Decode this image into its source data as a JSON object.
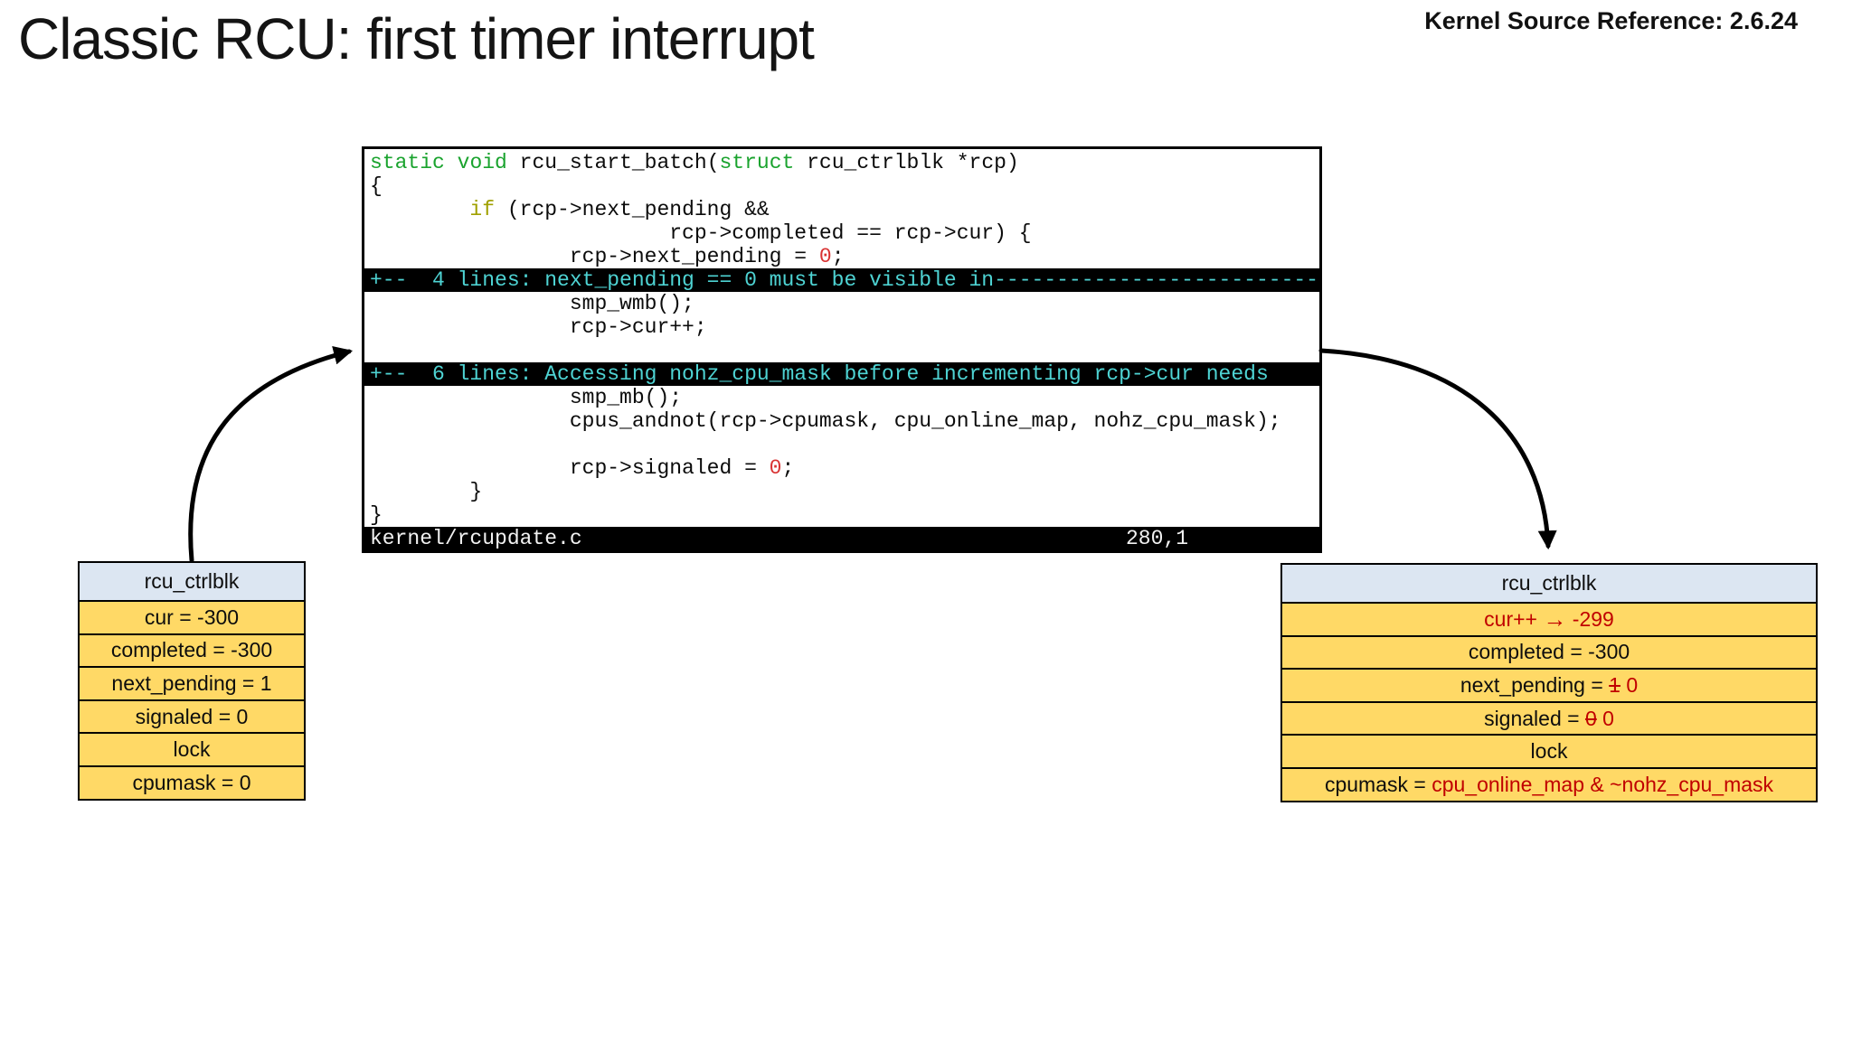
{
  "title": "Classic RCU: first timer interrupt",
  "reference": "Kernel Source Reference: 2.6.24",
  "colors": {
    "keyword_green": "#1aa32e",
    "statement_yellow": "#a0a000",
    "constant_red": "#d93333",
    "fold_cyan": "#4ed3d3",
    "table_yellow": "#ffd966",
    "table_header_blue": "#dce6f2",
    "highlight_red": "#c00000"
  },
  "code_window": {
    "status": {
      "file": "kernel/rcupdate.c",
      "ruler": "280,1"
    },
    "lines": [
      {
        "type": "code",
        "segments": [
          {
            "t": "static",
            "c": "kw"
          },
          {
            "t": " "
          },
          {
            "t": "void",
            "c": "kw"
          },
          {
            "t": " rcu_start_batch("
          },
          {
            "t": "struct",
            "c": "kw"
          },
          {
            "t": " rcu_ctrlblk *rcp)"
          }
        ]
      },
      {
        "type": "code",
        "segments": [
          {
            "t": "{"
          }
        ]
      },
      {
        "type": "code",
        "segments": [
          {
            "t": "        "
          },
          {
            "t": "if",
            "c": "st"
          },
          {
            "t": " (rcp->next_pending &&"
          }
        ]
      },
      {
        "type": "code",
        "segments": [
          {
            "t": "                        rcp->completed == rcp->cur) {"
          }
        ]
      },
      {
        "type": "code",
        "segments": [
          {
            "t": "                rcp->next_pending = "
          },
          {
            "t": "0",
            "c": "num"
          },
          {
            "t": ";"
          }
        ]
      },
      {
        "type": "fold",
        "segments": [
          {
            "t": "+--  4 lines: next_pending == 0 must be visible in--------------------------"
          }
        ]
      },
      {
        "type": "code",
        "segments": [
          {
            "t": "                smp_wmb();"
          }
        ]
      },
      {
        "type": "code",
        "segments": [
          {
            "t": "                rcp->cur++;"
          }
        ]
      },
      {
        "type": "blank",
        "segments": []
      },
      {
        "type": "fold",
        "segments": [
          {
            "t": "+--  6 lines: Accessing nohz_cpu_mask before incrementing rcp->cur needs"
          }
        ]
      },
      {
        "type": "code",
        "segments": [
          {
            "t": "                smp_mb();"
          }
        ]
      },
      {
        "type": "code",
        "segments": [
          {
            "t": "                cpus_andnot(rcp->cpumask, cpu_online_map, nohz_cpu_mask);"
          }
        ]
      },
      {
        "type": "blank",
        "segments": []
      },
      {
        "type": "code",
        "segments": [
          {
            "t": "                rcp->signaled = "
          },
          {
            "t": "0",
            "c": "num"
          },
          {
            "t": ";"
          }
        ]
      },
      {
        "type": "code",
        "segments": [
          {
            "t": "        }"
          }
        ]
      },
      {
        "type": "code",
        "segments": [
          {
            "t": "}"
          }
        ]
      }
    ]
  },
  "left_table": {
    "header": "rcu_ctrlblk",
    "rows": [
      [
        {
          "t": "cur = -300"
        }
      ],
      [
        {
          "t": "completed = -300"
        }
      ],
      [
        {
          "t": "next_pending = 1"
        }
      ],
      [
        {
          "t": "signaled = 0"
        }
      ],
      [
        {
          "t": "lock"
        }
      ],
      [
        {
          "t": "cpumask = 0"
        }
      ]
    ]
  },
  "right_table": {
    "header": "rcu_ctrlblk",
    "rows": [
      [
        {
          "t": "cur++ ",
          "c": "red"
        },
        {
          "t": "→",
          "c": "red arrow"
        },
        {
          "t": " -299",
          "c": "red"
        }
      ],
      [
        {
          "t": "completed = -300"
        }
      ],
      [
        {
          "t": "next_pending = "
        },
        {
          "t": "1",
          "c": "red strike"
        },
        {
          "t": " 0",
          "c": "red"
        }
      ],
      [
        {
          "t": "signaled = "
        },
        {
          "t": "0",
          "c": "red strike"
        },
        {
          "t": " 0",
          "c": "red"
        }
      ],
      [
        {
          "t": "lock"
        }
      ],
      [
        {
          "t": "cpumask = "
        },
        {
          "t": "cpu_online_map & ~nohz_cpu_mask",
          "c": "red"
        }
      ]
    ]
  }
}
